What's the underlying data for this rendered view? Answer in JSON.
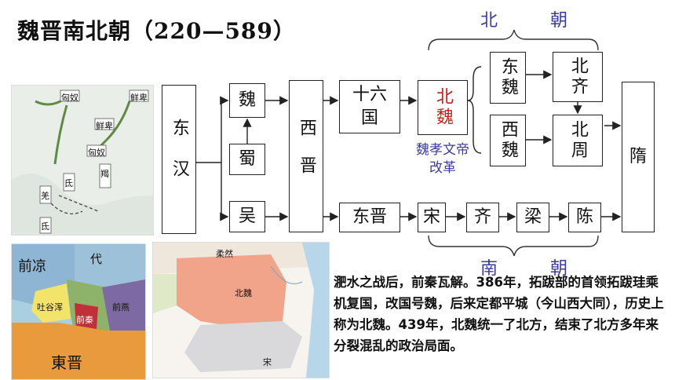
{
  "title": "魏晋南北朝（220—589）",
  "groups": {
    "north": "北 朝",
    "south": "南 朝"
  },
  "boxes": {
    "donghan": "东汉",
    "wei": "魏",
    "shu": "蜀",
    "wu": "吴",
    "xijin": "西晋",
    "shiliuguo": "十六国",
    "beiwei": "北魏",
    "dongwei": "东魏",
    "beiqi": "北齐",
    "xiwei": "西魏",
    "beizhou": "北周",
    "sui": "隋",
    "dongjin": "东晋",
    "song": "宋",
    "qi": "齐",
    "liang": "梁",
    "chen": "陈"
  },
  "reform_note": "魏孝文帝改革",
  "paragraph": "淝水之战后，前秦瓦解。386年，拓跋部的首领拓跋珪乘机复国，改国号魏，后来定都平城（今山西大同），历史上称为北魏。439年，北魏统一了北方，结束了北方多年来分裂混乱的政治局面。",
  "map1_labels": [
    "匈奴",
    "鲜卑",
    "鲜卑",
    "匈奴",
    "羯",
    "氐",
    "羌",
    "氐"
  ],
  "map2_labels": [
    "前凉",
    "代",
    "吐谷浑",
    "前燕",
    "前秦",
    "東晋"
  ],
  "map3_labels": [
    "柔然",
    "北魏",
    "宋"
  ],
  "colors": {
    "accent_blue": "#3b3b9e",
    "accent_red": "#c8201c"
  }
}
